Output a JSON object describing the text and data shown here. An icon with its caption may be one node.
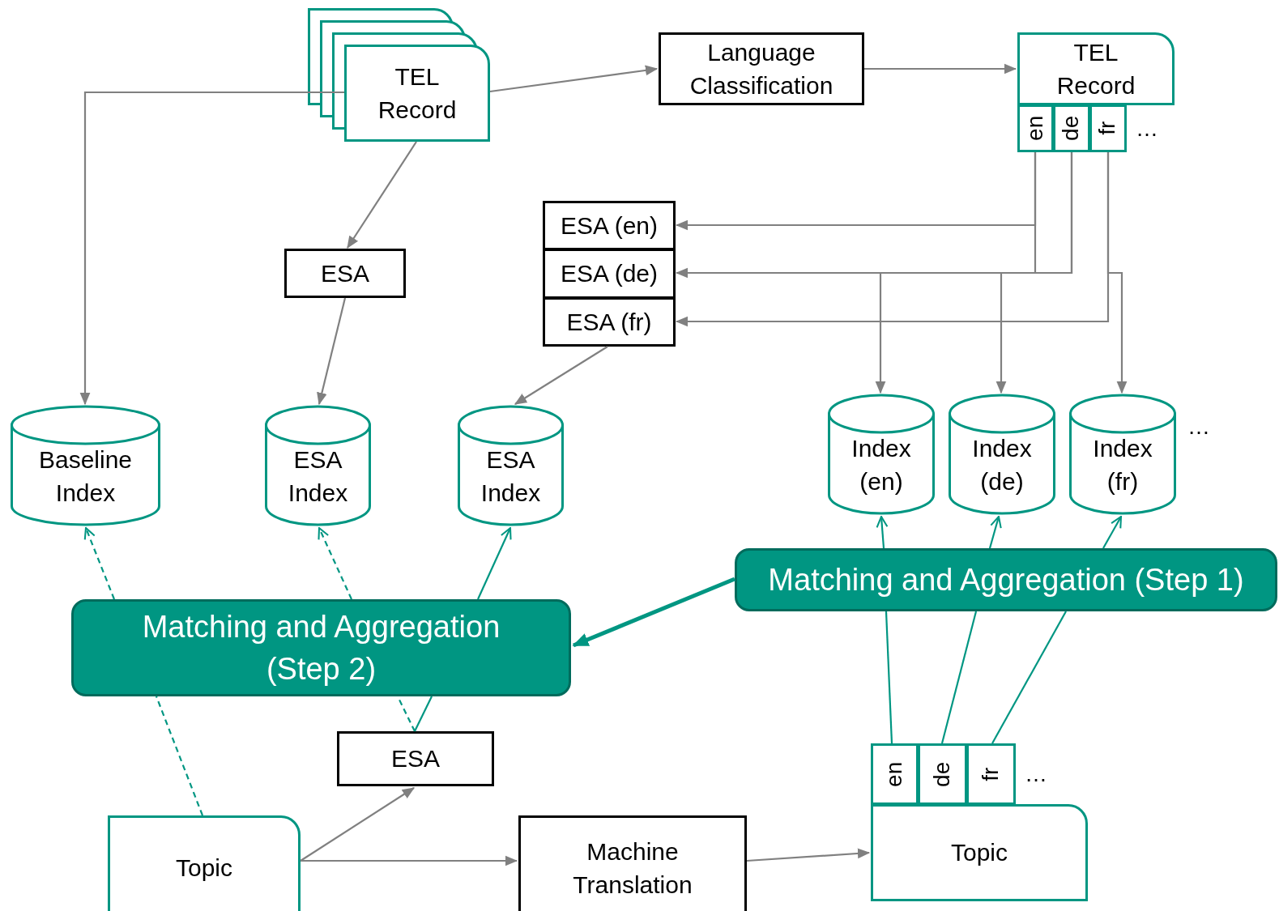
{
  "diagram": {
    "nodes": [
      {
        "text": [
          "TEL Record"
        ]
      },
      {
        "text": [
          "Language Classification"
        ]
      },
      {
        "text": [
          "TEL Record"
        ]
      },
      {
        "text": [
          "en"
        ]
      },
      {
        "text": [
          "de"
        ]
      },
      {
        "text": [
          "fr"
        ],
        "beside": [
          "…"
        ]
      },
      {
        "text": [
          "ESA"
        ]
      },
      {
        "text": [
          "ESA (en)"
        ]
      },
      {
        "text": [
          "ESA (de)"
        ]
      },
      {
        "text": [
          "ESA (fr)"
        ]
      },
      {
        "text": [
          "Baseline Index"
        ]
      },
      {
        "text": [
          "ESA Index"
        ]
      },
      {
        "text": [
          "ESA Index"
        ]
      },
      {
        "text": [
          "Index (en)"
        ]
      },
      {
        "text": [
          "Index (de)"
        ]
      },
      {
        "text": [
          "Index (fr)"
        ],
        "beside": [
          "…"
        ]
      },
      {
        "text": [
          "Matching and Aggregation (Step 1)"
        ]
      },
      {
        "text": [
          "Matching and Aggregation (Step 2)"
        ]
      },
      {
        "text": [
          "ESA"
        ]
      },
      {
        "text": [
          "Topic"
        ]
      },
      {
        "text": [
          "Machine Translation"
        ]
      },
      {
        "text": [
          "Topic"
        ]
      },
      {
        "text": [
          "en"
        ]
      },
      {
        "text": [
          "de"
        ]
      },
      {
        "text": [
          "fr"
        ],
        "beside": [
          "…"
        ]
      }
    ],
    "edges": [
      {
        "from": 0,
        "to": 1,
        "arrow": "to"
      },
      {
        "from": 1,
        "to": 2,
        "arrow": "to"
      },
      {
        "from": 0,
        "to": 10,
        "arrow": "to"
      },
      {
        "from": 0,
        "to": 6,
        "arrow": "to"
      },
      {
        "from": 6,
        "to": 11,
        "arrow": "to"
      },
      {
        "from": 3,
        "to": 7,
        "arrow": "to"
      },
      {
        "from": 4,
        "to": 8,
        "arrow": "to"
      },
      {
        "from": 5,
        "to": 9,
        "arrow": "to"
      },
      {
        "from": 3,
        "to": 13,
        "arrow": "to"
      },
      {
        "from": 4,
        "to": 14,
        "arrow": "to"
      },
      {
        "from": 5,
        "to": 15,
        "arrow": "to"
      },
      {
        "from": 9,
        "to": 12,
        "arrow": "to"
      },
      {
        "from": 17,
        "to": 10,
        "arrow": "to",
        "style": "dashed",
        "color": "#009682"
      },
      {
        "from": 17,
        "to": 11,
        "arrow": "to",
        "style": "dashed",
        "color": "#009682"
      },
      {
        "from": 17,
        "to": 12,
        "arrow": "to",
        "color": "#009682"
      },
      {
        "from": 16,
        "to": 13,
        "arrow": "to",
        "color": "#009682"
      },
      {
        "from": 16,
        "to": 14,
        "arrow": "to",
        "color": "#009682"
      },
      {
        "from": 16,
        "to": 15,
        "arrow": "to",
        "color": "#009682"
      },
      {
        "from": 16,
        "to": 17,
        "arrow": "to",
        "style": "thick",
        "color": "#009682"
      },
      {
        "from": 19,
        "to": 17,
        "arrow": "none",
        "style": "dashed",
        "color": "#009682"
      },
      {
        "from": 18,
        "to": 17,
        "arrow": "none",
        "style": "dashed",
        "color": "#009682"
      },
      {
        "from": 18,
        "to": 17,
        "arrow": "none",
        "color": "#009682"
      },
      {
        "from": 22,
        "to": 16,
        "arrow": "none",
        "color": "#009682"
      },
      {
        "from": 23,
        "to": 16,
        "arrow": "none",
        "color": "#009682"
      },
      {
        "from": 24,
        "to": 16,
        "arrow": "none",
        "color": "#009682"
      },
      {
        "from": 19,
        "to": 18,
        "arrow": "to"
      },
      {
        "from": 19,
        "to": 20,
        "arrow": "to"
      },
      {
        "from": 20,
        "to": 21,
        "arrow": "to"
      }
    ]
  }
}
